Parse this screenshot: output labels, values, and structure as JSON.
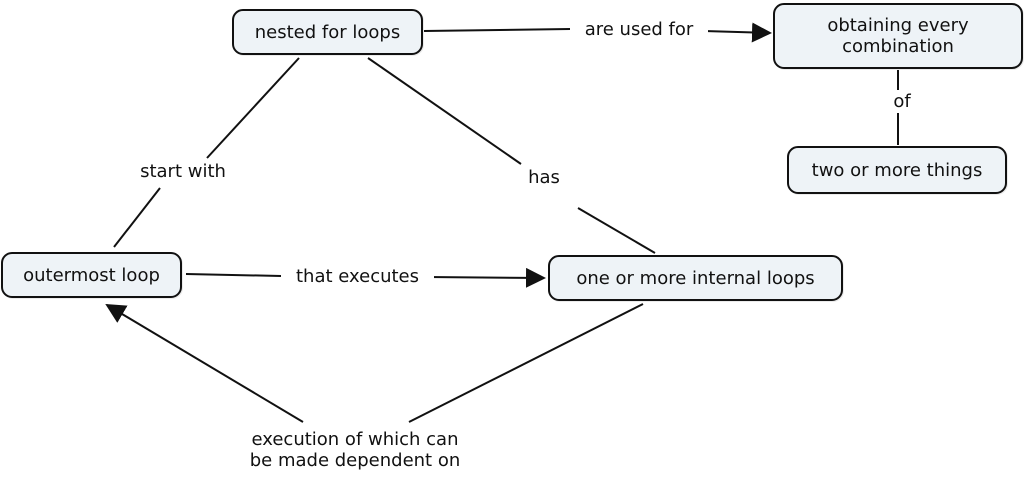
{
  "concept_map": {
    "nodes": {
      "nested_for_loops": "nested for loops",
      "obtaining_every_combination": "obtaining every\ncombination",
      "two_or_more_things": "two or more things",
      "outermost_loop": "outermost loop",
      "internal_loops": "one or more internal loops"
    },
    "links": {
      "are_used_for": "are used for",
      "of": "of",
      "start_with": "start with",
      "has": "has",
      "that_executes": "that executes",
      "execution_dependent": "execution of which can\nbe made dependent on"
    }
  },
  "colors": {
    "node_fill": "#eef3f7",
    "line": "#111111"
  }
}
